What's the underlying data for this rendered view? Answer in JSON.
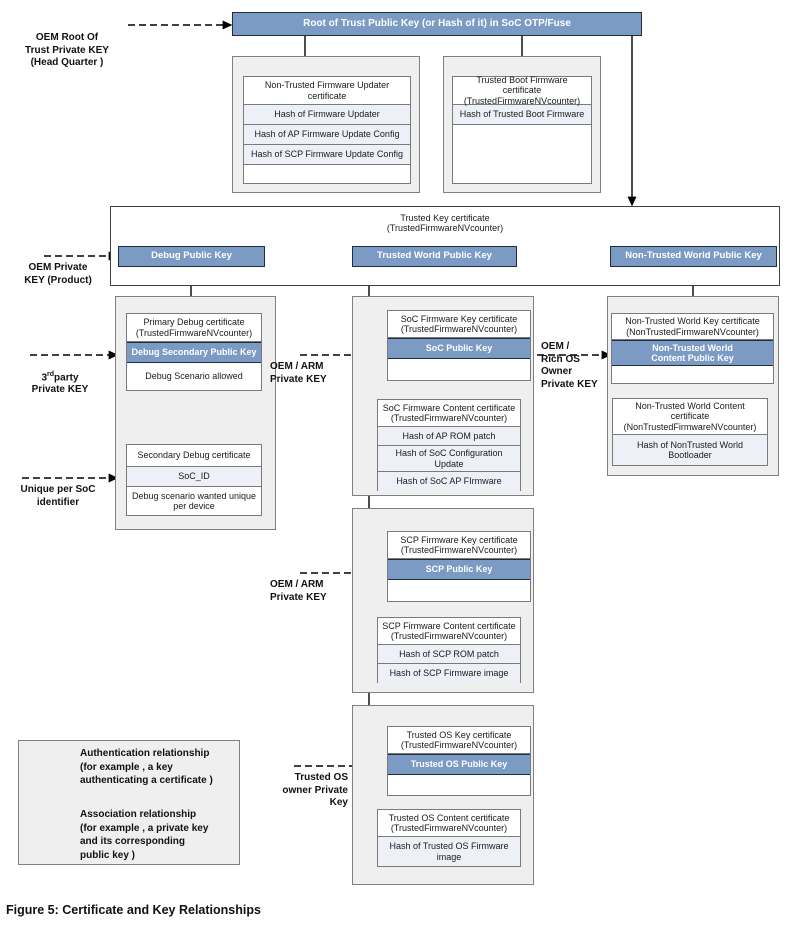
{
  "figure": {
    "caption": "Figure 5: Certificate and Key Relationships"
  },
  "root": {
    "title": "Root of Trust Public Key (or Hash of it) in SoC OTP/Fuse"
  },
  "side_labels": {
    "oem_root": "OEM Root Of\nTrust Private KEY\n(Head Quarter )",
    "oem_product": "OEM Private\nKEY (Product)",
    "third_party": "party\nPrivate KEY",
    "third_party_prefix": "3",
    "third_party_sup": "rd",
    "unique_soc": "Unique per SoC\nidentifier",
    "oem_arm_1": "OEM  / ARM\nPrivate KEY",
    "oem_arm_2": "OEM  / ARM\nPrivate KEY",
    "oem_rich_os": "OEM /\nRich OS\nOwner\nPrivate KEY",
    "trusted_os_owner": "Trusted OS\nowner Private\nKey"
  },
  "band": {
    "caption": "Trusted Key certificate\n(TrustedFirmwareNVcounter)",
    "keys": [
      {
        "label": "Debug Public Key"
      },
      {
        "label": "Trusted World Public Key"
      },
      {
        "label": "Non-Trusted World Public Key"
      }
    ]
  },
  "certs": {
    "nt_fw_updater": {
      "rows": [
        {
          "text": "Non-Trusted Firmware Updater\ncertificate",
          "style": "hdr"
        },
        {
          "text": "Hash of Firmware Updater",
          "style": "hash"
        },
        {
          "text": "Hash of AP Firmware Update Config",
          "style": "hash"
        },
        {
          "text": "Hash of SCP Firmware Update Config",
          "style": "hash"
        },
        {
          "text": "",
          "style": "blank"
        }
      ]
    },
    "trusted_boot": {
      "rows": [
        {
          "text": "Trusted Boot Firmware certificate\n(TrustedFirmwareNVcounter)",
          "style": "hdr"
        },
        {
          "text": "Hash of Trusted Boot Firmware",
          "style": "hash"
        },
        {
          "text": "",
          "style": "blank"
        }
      ]
    },
    "primary_debug": {
      "rows": [
        {
          "text": "Primary Debug certificate\n(TrustedFirmwareNVcounter)",
          "style": "hdr"
        },
        {
          "text": "Debug Secondary Public Key",
          "style": "bluerow"
        },
        {
          "text": "Debug Scenario allowed",
          "style": "hdr"
        }
      ]
    },
    "secondary_debug": {
      "rows": [
        {
          "text": "Secondary Debug certificate",
          "style": "hdr"
        },
        {
          "text": "SoC_ID",
          "style": "hash"
        },
        {
          "text": "Debug scenario wanted unique\nper device",
          "style": "hdr"
        }
      ]
    },
    "soc_fw_key": {
      "rows": [
        {
          "text": "SoC Firmware Key certificate\n(TrustedFirmwareNVcounter)",
          "style": "hdr"
        },
        {
          "text": "SoC Public Key",
          "style": "bluerow"
        },
        {
          "text": "",
          "style": "blank"
        }
      ]
    },
    "soc_fw_content": {
      "rows": [
        {
          "text": "SoC Firmware Content certificate\n(TrustedFirmwareNVcounter)",
          "style": "hdr"
        },
        {
          "text": "Hash of AP ROM patch",
          "style": "hash"
        },
        {
          "text": "Hash of SoC Configuration\nUpdate",
          "style": "hash"
        },
        {
          "text": "Hash of SoC AP FIrmware",
          "style": "hash"
        }
      ]
    },
    "scp_fw_key": {
      "rows": [
        {
          "text": "SCP Firmware Key certificate\n(TrustedFirmwareNVcounter)",
          "style": "hdr"
        },
        {
          "text": "SCP Public Key",
          "style": "bluerow"
        },
        {
          "text": "",
          "style": "blank"
        }
      ]
    },
    "scp_fw_content": {
      "rows": [
        {
          "text": "SCP Firmware Content certificate\n(TrustedFirmwareNVcounter)",
          "style": "hdr"
        },
        {
          "text": "Hash of SCP ROM patch",
          "style": "hash"
        },
        {
          "text": "Hash of SCP Firmware image",
          "style": "hash"
        }
      ]
    },
    "tos_key": {
      "rows": [
        {
          "text": "Trusted OS Key certificate\n(TrustedFirmwareNVcounter)",
          "style": "hdr"
        },
        {
          "text": "Trusted OS Public Key",
          "style": "bluerow"
        },
        {
          "text": "",
          "style": "blank"
        }
      ]
    },
    "tos_content": {
      "rows": [
        {
          "text": "Trusted OS Content certificate\n(TrustedFirmwareNVcounter)",
          "style": "hdr"
        },
        {
          "text": "Hash of Trusted OS Firmware\nimage",
          "style": "hash"
        }
      ]
    },
    "nt_world_key": {
      "rows": [
        {
          "text": "Non-Trusted World Key certificate\n(NonTrustedFirmwareNVcounter)",
          "style": "hdr"
        },
        {
          "text": "Non-Trusted World\nContent  Public Key",
          "style": "bluerow"
        },
        {
          "text": "",
          "style": "blank"
        }
      ]
    },
    "nt_world_content": {
      "rows": [
        {
          "text": "Non-Trusted World Content\ncertificate\n(NonTrustedFirmwareNVcounter)",
          "style": "hdr"
        },
        {
          "text": "Hash of NonTrusted World\nBootloader",
          "style": "hash"
        }
      ]
    }
  },
  "legend": {
    "items": [
      {
        "arrow": "solid",
        "text": "Authentication relationship\n(for example , a key\nauthenticating a certificate )"
      },
      {
        "arrow": "dashed",
        "text": "Association relationship\n(for example , a private key\nand its corresponding\npublic key )"
      }
    ]
  },
  "colors": {
    "key_blue": "#7B9AC4",
    "hash_fill": "#EDF1F7",
    "panel_grey": "#efefef",
    "line": "#000000"
  }
}
